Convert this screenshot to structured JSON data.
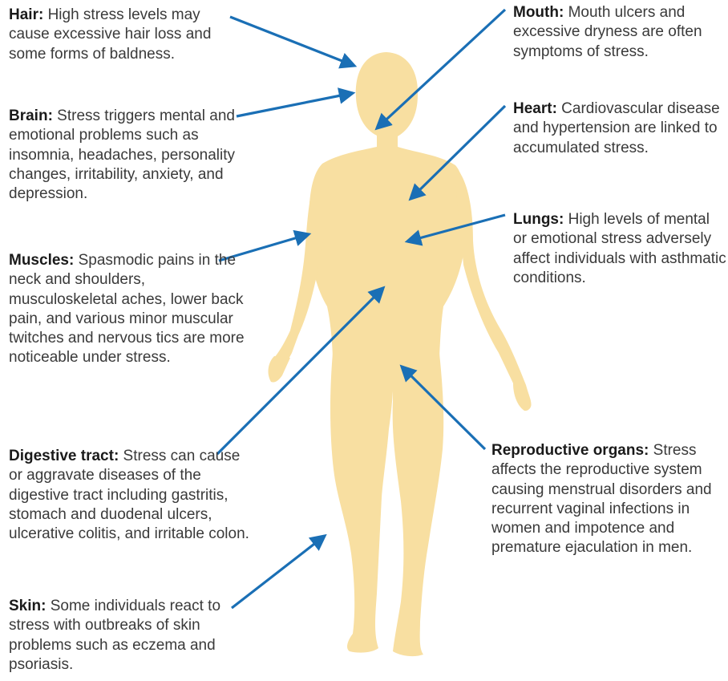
{
  "colors": {
    "body_fill": "#F8DFA1",
    "arrow": "#1A6FB5",
    "text": "#3A3A3A",
    "term": "#1A1A1A"
  },
  "callouts": {
    "hair": {
      "term": "Hair:",
      "text": " High stress levels may cause excessive hair loss and some forms of baldness."
    },
    "brain": {
      "term": "Brain:",
      "text": " Stress triggers mental and emotional problems such as insomnia, headaches, personality changes, irritability, anxiety, and depression."
    },
    "muscles": {
      "term": "Muscles:",
      "text": " Spasmodic pains in the neck and shoulders, musculoskeletal aches, lower back pain, and various minor muscular twitches and nervous tics are more noticeable under stress."
    },
    "digestive": {
      "term": "Digestive tract:",
      "text": " Stress can cause or aggravate diseases of the digestive tract including gastritis, stomach and duodenal ulcers, ulcerative colitis, and irritable colon."
    },
    "skin": {
      "term": "Skin:",
      "text": " Some individuals react to stress with outbreaks of skin problems such as eczema and psoriasis."
    },
    "mouth": {
      "term": "Mouth:",
      "text": " Mouth ulcers and excessive dryness are often symptoms of stress."
    },
    "heart": {
      "term": "Heart:",
      "text": " Cardiovascular disease and hypertension are linked to accumulated stress."
    },
    "lungs": {
      "term": "Lungs:",
      "text": " High levels of mental or emotional stress adversely affect individuals with asthmatic conditions."
    },
    "reproductive": {
      "term": "Reproductive organs:",
      "text": " Stress affects the reproductive system causing menstrual disorders and recurrent vaginal infections in women and impotence and premature ejaculation in men."
    }
  }
}
